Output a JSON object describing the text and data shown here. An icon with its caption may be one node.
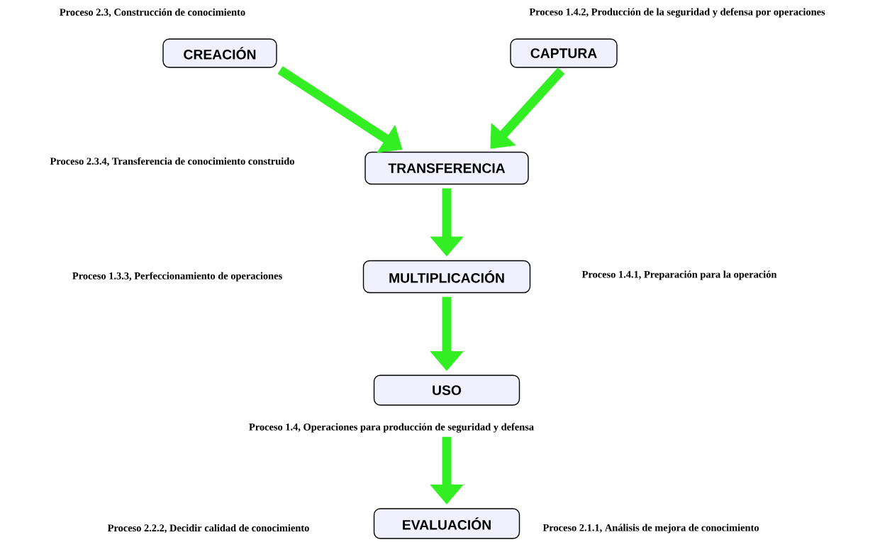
{
  "diagram": {
    "nodes": [
      {
        "text": [
          "CREACIÓN"
        ],
        "beside": [
          "Proceso 2.3, Construcción de conocimiento"
        ]
      },
      {
        "text": [
          "CAPTURA"
        ],
        "beside": [
          "Proceso 1.4.2, Producción de la seguridad y defensa por operaciones"
        ]
      },
      {
        "text": [
          "TRANSFERENCIA"
        ]
      },
      {
        "text": [
          "MULTIPLICACIÓN"
        ]
      },
      {
        "text": [
          "USO"
        ],
        "beside": [
          "Proceso 1.4, Operaciones para producción de seguridad y defensa"
        ]
      },
      {
        "text": [
          "EVALUACIÓN"
        ],
        "beside": [
          "Proceso 2.1.1, Análisis de mejora de conocimiento"
        ]
      }
    ],
    "edges": [
      {
        "from": 0,
        "to": 2,
        "arrow": "to"
      },
      {
        "from": 1,
        "to": 2,
        "arrow": "to"
      },
      {
        "from": 2,
        "to": 3,
        "arrow": "to"
      },
      {
        "from": 3,
        "to": 4,
        "arrow": "to"
      },
      {
        "from": 4,
        "to": 5,
        "arrow": "to"
      }
    ],
    "labels": [
      "Proceso 2.3.4, Transferencia de conocimiento construido",
      "Proceso 1.3.3, Perfeccionamiento de operaciones",
      "Proceso 1.4.1, Preparación para la operación",
      "Proceso 2.2.2, Decidir calidad de conocimiento"
    ]
  }
}
